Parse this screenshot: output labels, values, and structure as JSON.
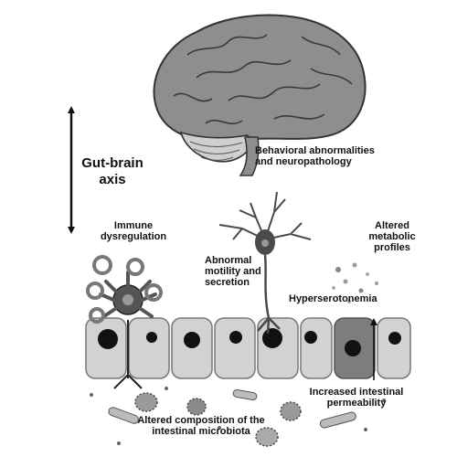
{
  "axis_label": "Gut-brain\naxis",
  "labels": {
    "behavioral": "Behavioral abnormalities\nand neuropathology",
    "immune": "Immune\ndysregulation",
    "motility": "Abnormal\nmotility and\nsecretion",
    "metabolic": "Altered\nmetabolic\nprofiles",
    "hyperserotonemia": "Hyperserotonemia",
    "permeability": "Increased intestinal\npermeability",
    "microbiota": "Altered composition of the\nintestinal microbiota"
  },
  "colors": {
    "brain": "#8e8e8e",
    "cerebellum": "#cfcfcf",
    "cell": "#d2d2d2",
    "enterochromaffin_cell": "#7d7d7d",
    "nucleus": "#111111",
    "immune_cell": "#555555",
    "neuron": "#4a4a4a"
  },
  "icons": [
    "double-headed-arrow-icon",
    "brain-icon",
    "neuron-icon",
    "immune-cell-icon",
    "bacteria-icon",
    "epithelial-cell-icon"
  ]
}
